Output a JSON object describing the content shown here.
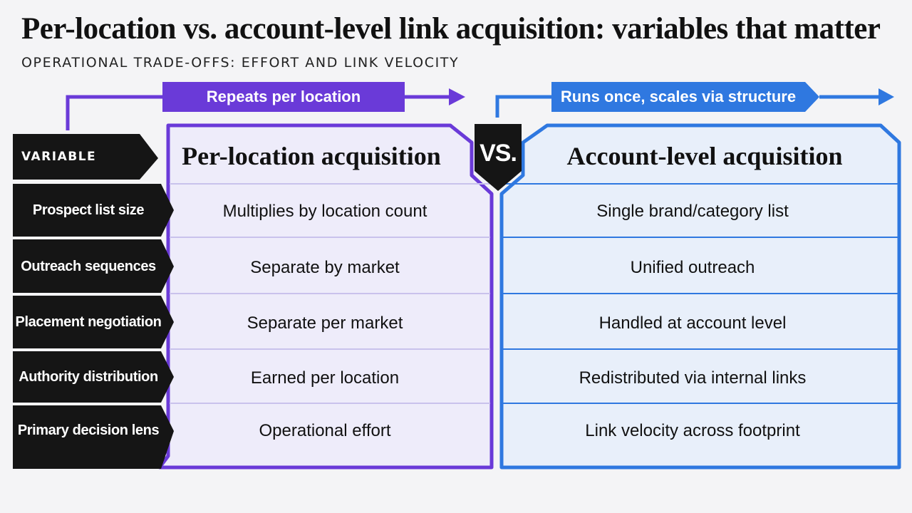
{
  "title": "Per-location vs. account-level link acquisition: variables that matter",
  "subtitle": "OPERATIONAL TRADE-OFFS: EFFORT AND LINK VELOCITY",
  "colors": {
    "purple": "#6a3ad8",
    "purple_fill": "#eeecfa",
    "blue": "#2f78e0",
    "blue_fill": "#e8effa",
    "dark": "#151515"
  },
  "banners": {
    "left": "Repeats per location",
    "right": "Runs once, scales via structure"
  },
  "vs_label": "VS.",
  "variable_header": "VARIABLE",
  "columns": {
    "left": "Per-location acquisition",
    "right": "Account-level acquisition"
  },
  "rows": [
    {
      "variable": "Prospect list size",
      "per_location": "Multiplies by location count",
      "account_level": "Single brand/category list"
    },
    {
      "variable": "Outreach sequences",
      "per_location": "Separate by market",
      "account_level": "Unified outreach"
    },
    {
      "variable": "Placement negotiation",
      "per_location": "Separate per market",
      "account_level": "Handled at account level"
    },
    {
      "variable": "Authority distribution",
      "per_location": "Earned per location",
      "account_level": "Redistributed via internal links"
    },
    {
      "variable": "Primary decision lens",
      "per_location": "Operational effort",
      "account_level": "Link velocity across footprint"
    }
  ]
}
